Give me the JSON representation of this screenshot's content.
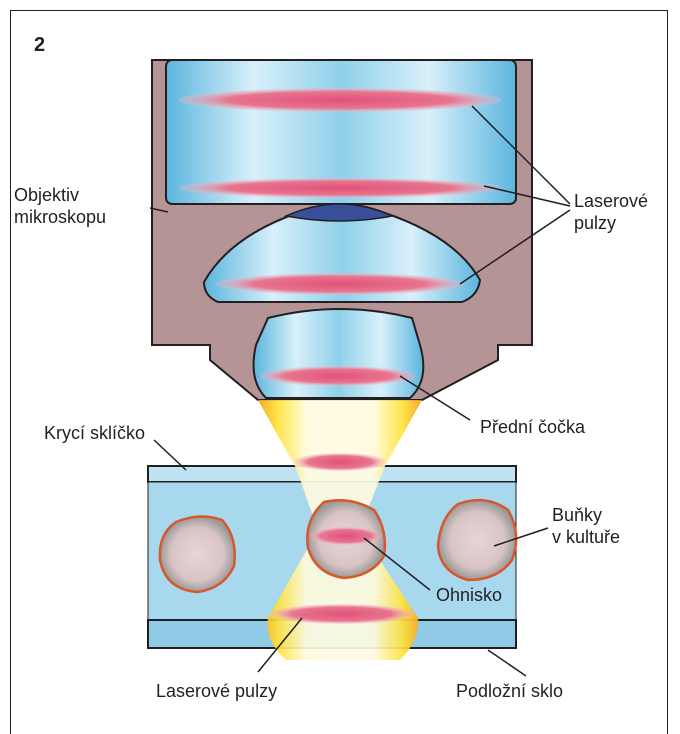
{
  "figure": {
    "number": "2",
    "labels": {
      "objective": "Objektiv\nmikroskopu",
      "laser_pulses_top": "Laserové\npulzy",
      "front_lens": "Přední čočka",
      "cover_slip": "Krycí sklíčko",
      "cells": "Buňky\nv kultuře",
      "focus": "Ohnisko",
      "laser_pulses_bottom": "Laserové pulzy",
      "slide": "Podložní sklo"
    }
  },
  "colors": {
    "housing": "#b59496",
    "lens_blue": "#8fd0ea",
    "lens_light": "#d8f0fa",
    "pulse": "#e0527a",
    "beam_yellow": "#ffe23a",
    "beam_orange": "#f6a21d",
    "medium": "#a8d8ee",
    "cell": "#d9c4c4",
    "cell_outline": "#d9572a",
    "line": "#231f20"
  }
}
